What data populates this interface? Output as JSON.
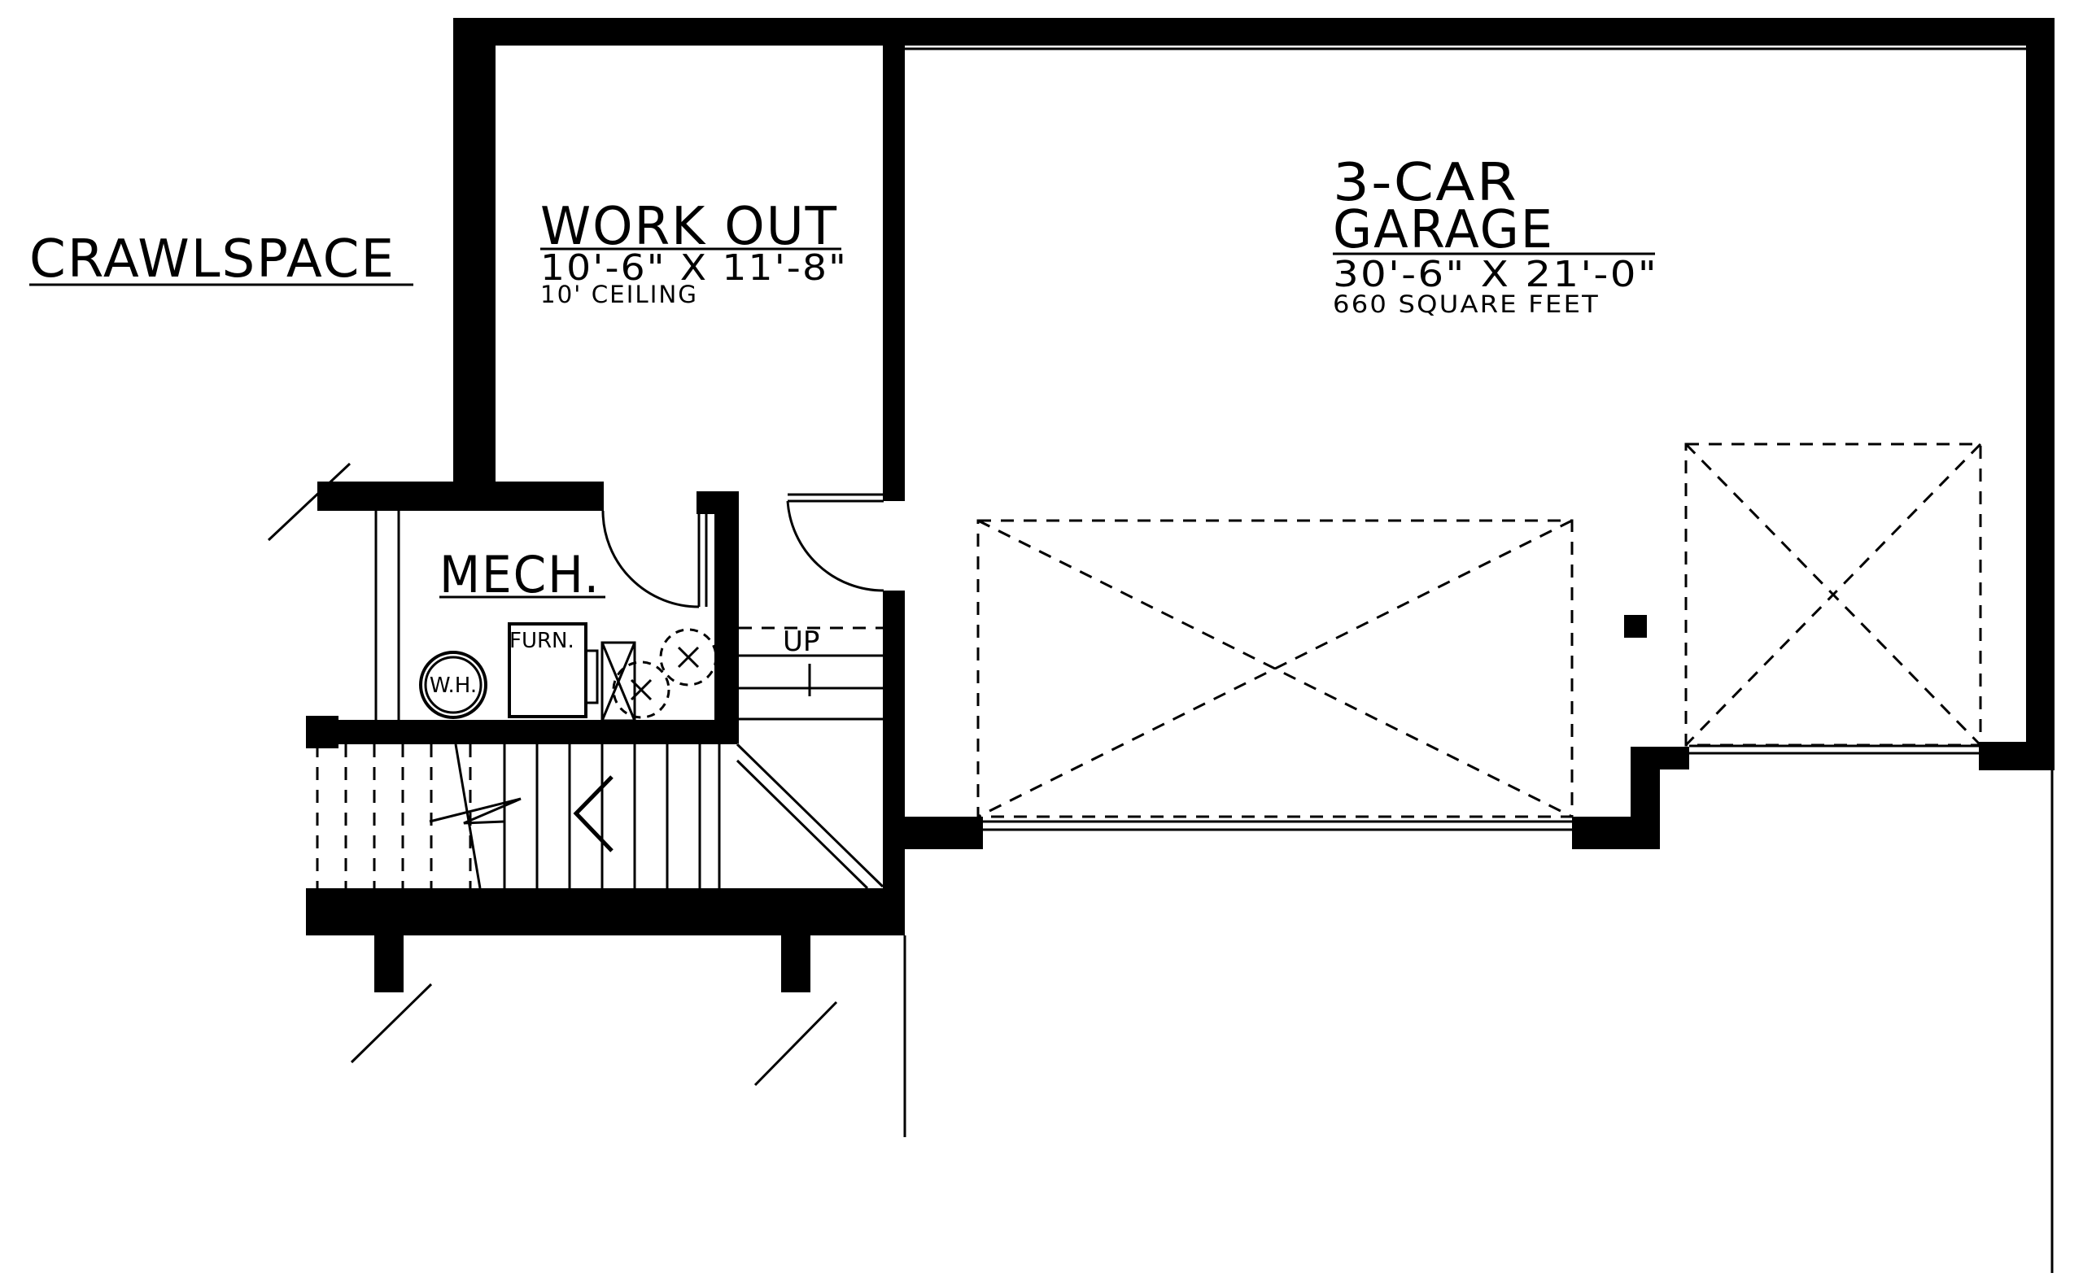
{
  "rooms": {
    "crawlspace": {
      "name": "CRAWLSPACE"
    },
    "workout": {
      "name": "WORK OUT",
      "dimensions": "10'-6\" X 11'-8\"",
      "ceiling": "10' CEILING"
    },
    "garage": {
      "name_line1": "3-CAR",
      "name_line2": "GARAGE",
      "dimensions": "30'-6\" X 21'-0\"",
      "area": "660 SQUARE FEET"
    },
    "mech": {
      "name": "MECH."
    }
  },
  "fixtures": {
    "water_heater": "W.H.",
    "furnace": "FURN."
  },
  "stairs": {
    "direction": "UP"
  }
}
